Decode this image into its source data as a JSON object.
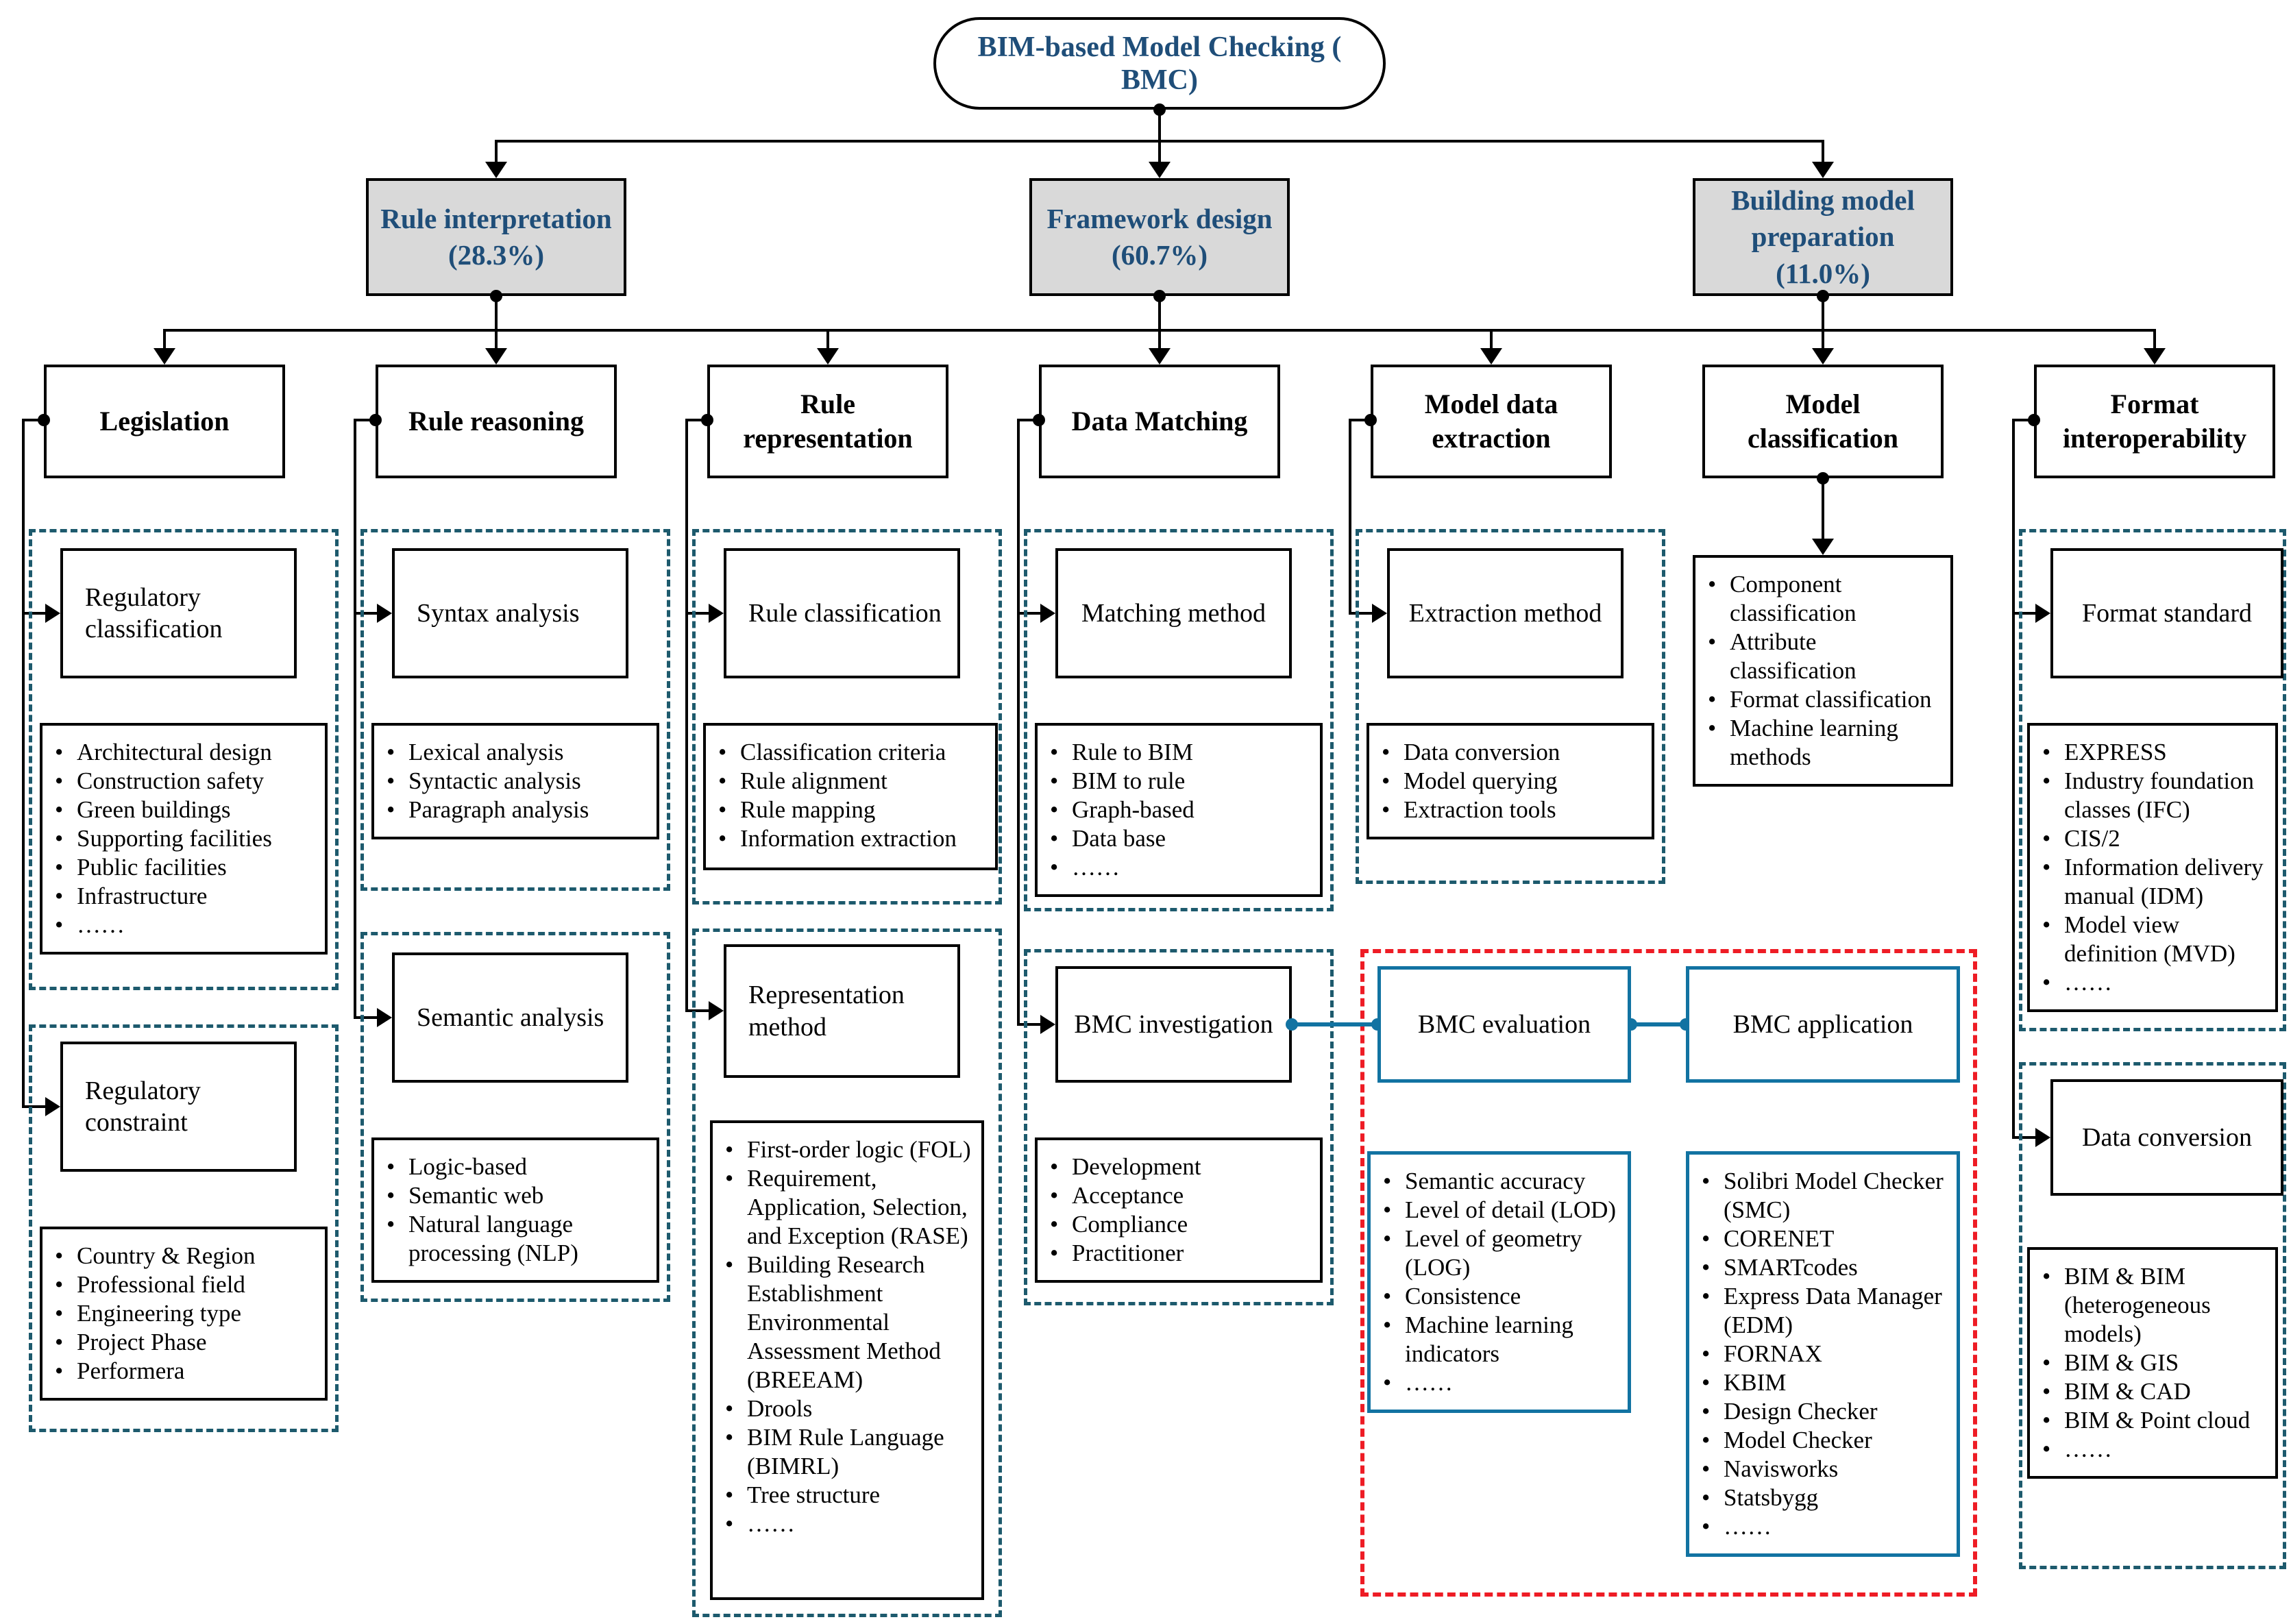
{
  "diagram": {
    "root": "BIM-based Model Checking ( BMC)",
    "level1": [
      {
        "label": "Rule interpretation",
        "share": "(28.3%)"
      },
      {
        "label": "Framework design",
        "share": "(60.7%)"
      },
      {
        "label": "Building model preparation",
        "share": "(11.0%)"
      }
    ],
    "headers": [
      "Legislation",
      "Rule reasoning",
      "Rule representation",
      "Data Matching",
      "Model data extraction",
      "Model classification",
      "Format interoperability"
    ]
  },
  "groups": {
    "regulatory_classification": {
      "title": "Regulatory classification",
      "items": [
        "Architectural design",
        "Construction safety",
        "Green buildings",
        "Supporting facilities",
        "Public facilities",
        "Infrastructure",
        "……"
      ]
    },
    "regulatory_constraint": {
      "title": "Regulatory constraint",
      "items": [
        "Country & Region",
        "Professional field",
        "Engineering type",
        "Project Phase",
        "Performera"
      ]
    },
    "syntax_analysis": {
      "title": "Syntax analysis",
      "items": [
        "Lexical analysis",
        "Syntactic analysis",
        "Paragraph analysis"
      ]
    },
    "semantic_analysis": {
      "title": "Semantic analysis",
      "items": [
        "Logic-based",
        "Semantic web",
        "Natural language processing (NLP)"
      ]
    },
    "rule_classification": {
      "title": "Rule classification",
      "items": [
        "Classification criteria",
        "Rule alignment",
        "Rule mapping",
        "Information extraction"
      ]
    },
    "representation_method": {
      "title": "Representation method",
      "items": [
        "First-order logic (FOL)",
        "Requirement, Application, Selection, and Exception (RASE)",
        "Building Research Establishment Environmental Assessment Method (BREEAM)",
        "Drools",
        "BIM Rule Language (BIMRL)",
        "Tree structure",
        "……"
      ]
    },
    "matching_method": {
      "title": "Matching method",
      "items": [
        "Rule to BIM",
        "BIM to rule",
        "Graph-based",
        "Data base",
        "……"
      ]
    },
    "bmc_investigation": {
      "title": "BMC investigation",
      "items": [
        "Development",
        "Acceptance",
        "Compliance",
        "Practitioner"
      ]
    },
    "extraction_method": {
      "title": "Extraction method",
      "items": [
        "Data conversion",
        "Model querying",
        "Extraction tools"
      ]
    },
    "model_classification": {
      "items": [
        "Component classification",
        "Attribute classification",
        "Format classification",
        "Machine learning methods"
      ]
    },
    "format_standard": {
      "title": "Format standard",
      "items": [
        "EXPRESS",
        "Industry foundation classes (IFC)",
        "CIS/2",
        "Information delivery manual (IDM)",
        "Model view definition (MVD)",
        "……"
      ]
    },
    "data_conversion": {
      "title": "Data conversion",
      "items": [
        "BIM & BIM (heterogeneous models)",
        "BIM & GIS",
        "BIM & CAD",
        "BIM & Point cloud",
        "……"
      ]
    },
    "bmc_evaluation": {
      "title": "BMC evaluation",
      "items": [
        "Semantic accuracy",
        "Level of detail (LOD)",
        "Level of geometry (LOG)",
        "Consistence",
        "Machine learning indicators",
        "……"
      ]
    },
    "bmc_application": {
      "title": "BMC application",
      "items": [
        "Solibri Model Checker (SMC)",
        "CORENET",
        "SMARTcodes",
        "Express Data Manager (EDM)",
        "FORNAX",
        "KBIM",
        "Design Checker",
        "Model Checker",
        "Navisworks",
        "Statsbygg",
        "……"
      ]
    }
  },
  "colors": {
    "accent_text": "#1f4e79",
    "group_dashed_border": "#1d5a6d",
    "chain_teal": "#1273a2",
    "highlight_red": "#ee1c25",
    "branch_fill": "#d9d9d9"
  }
}
